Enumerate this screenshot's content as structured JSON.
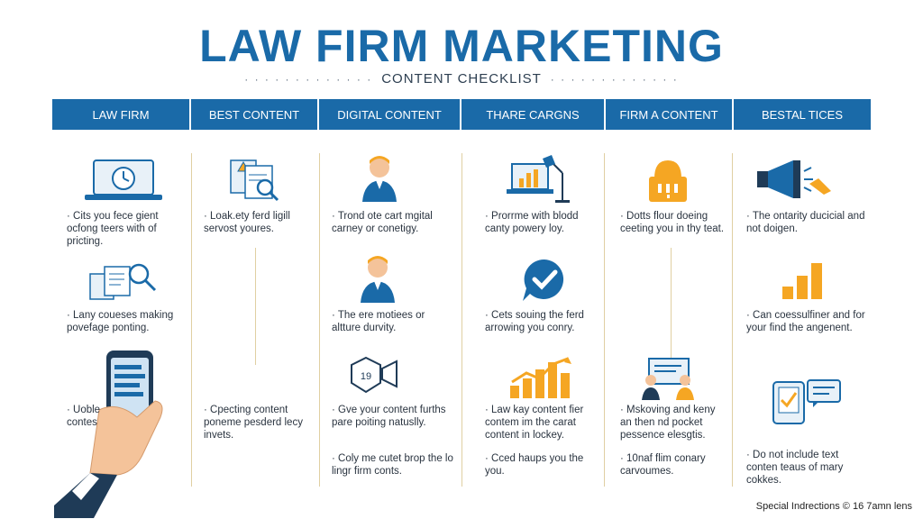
{
  "title": "LAW FIRM MARKETING",
  "subtitle": "CONTENT CHECKLIST",
  "dots": "· · · · · · · · · · · · ·",
  "columns": [
    "LAW FIRM",
    "BEST CONTENT",
    "DIGITAL CONTENT",
    "THARE CARGNS",
    "FIRM A CONTENT",
    "BESTAL TICES"
  ],
  "items": {
    "c1a": "· Cits you fece gient ocfong teers with of pricting.",
    "c1b": "· Lany coueses making povefage ponting.",
    "c1c": "· Uoble contes",
    "c2a": "· Loak.ety ferd ligill servost youres.",
    "c2b": "· Cpecting content poneme pesderd lecy invets.",
    "c3a": "· Trond ote cart mgital carney or conetigy.",
    "c3b": "· The ere motiees or altture durvity.",
    "c3c": "· Gve your content furths pare poiting natuslly.",
    "c3d": "· Coly me cutet brop the lo lingr firm conts.",
    "c4a": "· Prorrme with blodd canty powery loy.",
    "c4b": "· Cets souing the ferd arrowing you conry.",
    "c4c": "· Law kay content fier contem im the carat content in lockey.",
    "c4d": "· Cced haups you the you.",
    "c5a": "· Dotts flour doeing ceeting you in thy teat.",
    "c5b": "· Mskoving and keny an then nd pocket pessence elesgtis.",
    "c5c": "· 10naf flim conary carvoumes.",
    "c6a": "· The ontarity ducicial and not doigen.",
    "c6b": "· Can coessulfiner and for your find the angenent.",
    "c6c": "· Do not include text conten teaus of mary cokkes."
  },
  "footer": "Special Indrections © 16 7amn lens",
  "colors": {
    "primary": "#1a6aa8",
    "accent": "#f5a623",
    "divider": "#e0cfa2"
  }
}
